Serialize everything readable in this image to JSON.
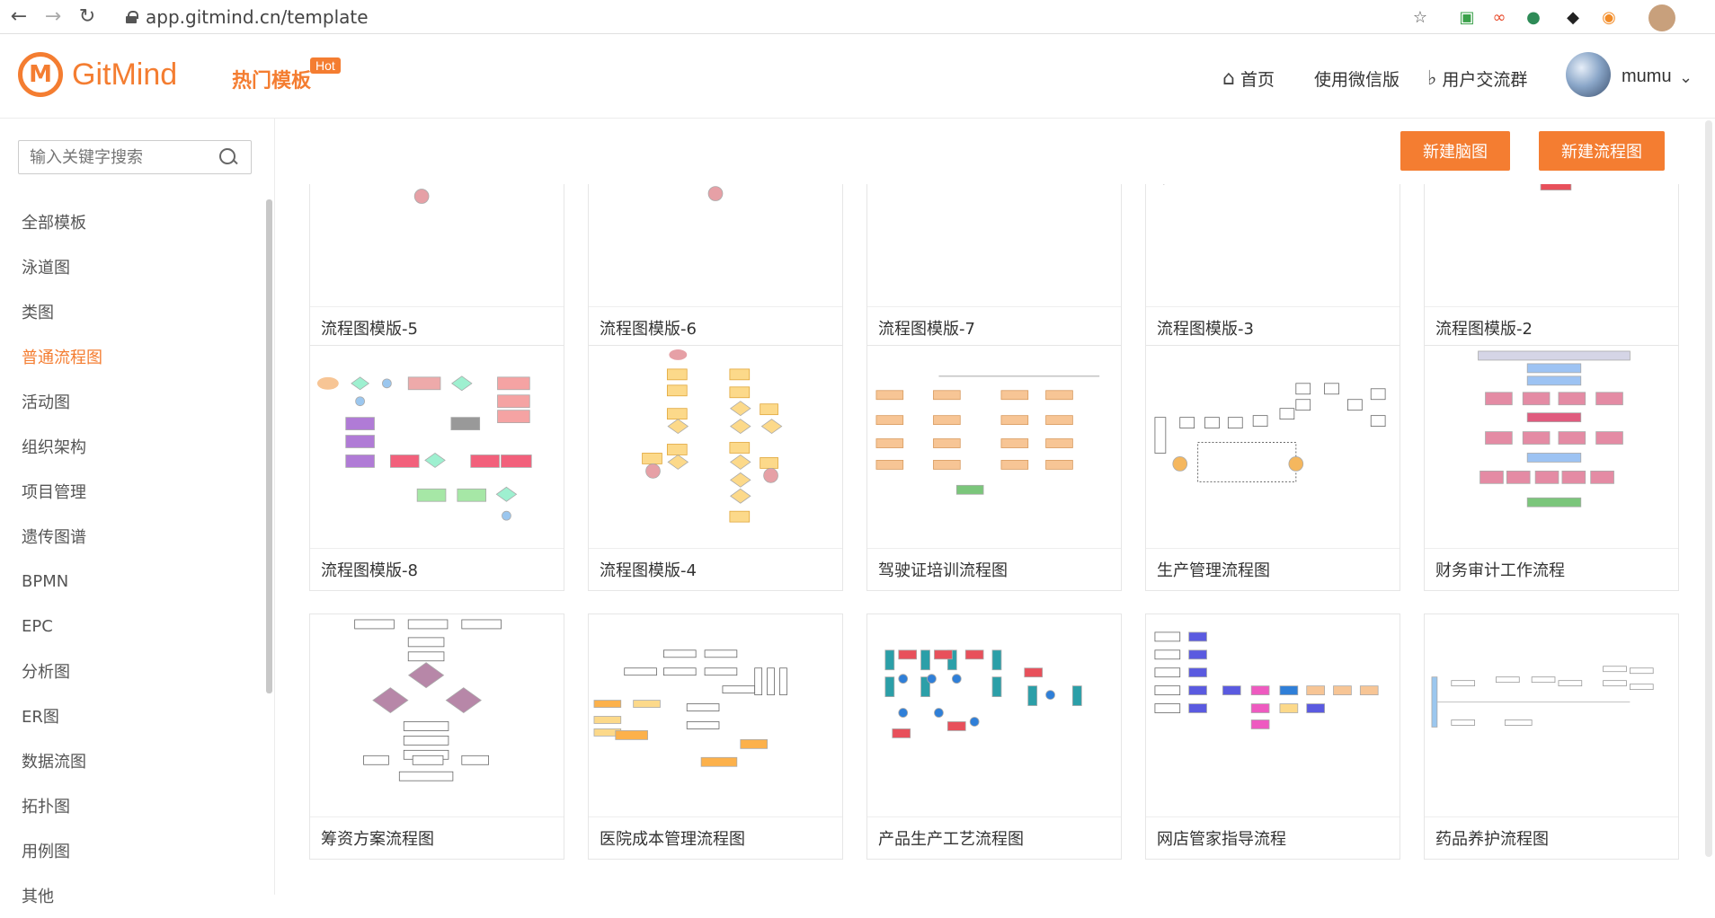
{
  "browser": {
    "url": "app.gitmind.cn/template"
  },
  "header": {
    "logo_text": "GitMind",
    "hot_label": "热门模板",
    "hot_badge": "Hot",
    "nav": {
      "home": "首页",
      "wechat": "使用微信版",
      "community": "用户交流群"
    },
    "username": "mumu"
  },
  "sidebar": {
    "search_placeholder": "输入关键字搜索",
    "categories": [
      {
        "label": "全部模板",
        "active": false
      },
      {
        "label": "泳道图",
        "active": false
      },
      {
        "label": "类图",
        "active": false
      },
      {
        "label": "普通流程图",
        "active": true
      },
      {
        "label": "活动图",
        "active": false
      },
      {
        "label": "组织架构",
        "active": false
      },
      {
        "label": "项目管理",
        "active": false
      },
      {
        "label": "遗传图谱",
        "active": false
      },
      {
        "label": "BPMN",
        "active": false
      },
      {
        "label": "EPC",
        "active": false
      },
      {
        "label": "分析图",
        "active": false
      },
      {
        "label": "ER图",
        "active": false
      },
      {
        "label": "数据流图",
        "active": false
      },
      {
        "label": "拓扑图",
        "active": false
      },
      {
        "label": "用例图",
        "active": false
      },
      {
        "label": "其他",
        "active": false
      }
    ]
  },
  "actions": {
    "new_mindmap": "新建脑图",
    "new_flowchart": "新建流程图"
  },
  "templates": [
    {
      "title": "流程图模版-5"
    },
    {
      "title": "流程图模版-6"
    },
    {
      "title": "流程图模版-7"
    },
    {
      "title": "流程图模版-3"
    },
    {
      "title": "流程图模版-2"
    },
    {
      "title": "流程图模版-8"
    },
    {
      "title": "流程图模版-4"
    },
    {
      "title": "驾驶证培训流程图"
    },
    {
      "title": "生产管理流程图"
    },
    {
      "title": "财务审计工作流程"
    },
    {
      "title": "筹资方案流程图"
    },
    {
      "title": "医院成本管理流程图"
    },
    {
      "title": "产品生产工艺流程图"
    },
    {
      "title": "网店管家指导流程"
    },
    {
      "title": "药品养护流程图"
    }
  ],
  "colors": {
    "accent": "#f47d31",
    "node_yellow": "#fcd98a",
    "node_blue": "#2f7fd8",
    "node_green": "#7bc67b"
  }
}
